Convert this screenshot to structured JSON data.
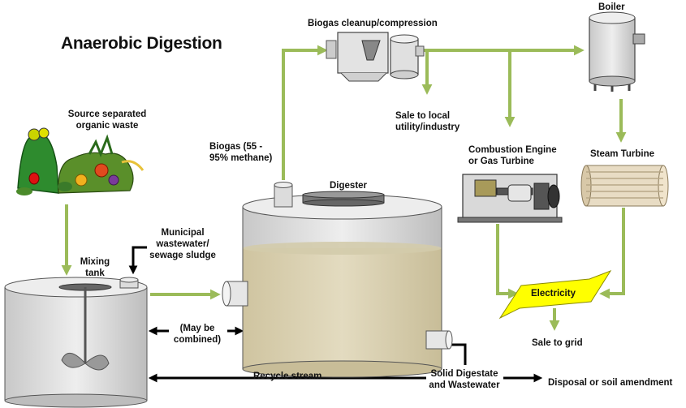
{
  "title": "Anaerobic Digestion",
  "labels": {
    "source_waste": "Source separated\norganic waste",
    "mixing_tank": "Mixing\ntank",
    "municipal": "Municipal\nwastewater/\nsewage sludge",
    "may_be_combined": "(May be\ncombined)",
    "biogas": "Biogas (55 -\n95% methane)",
    "digester": "Digester",
    "cleanup": "Biogas cleanup/compression",
    "sale_local": "Sale to local\nutility/industry",
    "boiler": "Boiler",
    "combustion": "Combustion Engine\nor Gas Turbine",
    "steam_turbine": "Steam Turbine",
    "electricity": "Electricity",
    "sale_grid": "Sale to grid",
    "recycle": "Recycle stream",
    "solid_digestate": "Solid Digestate\nand Wastewater",
    "disposal": "Disposal or soil amendment"
  },
  "colors": {
    "green_arrow": "#9bbb59",
    "black_arrow": "#000000",
    "tank_fill": "#d9d9d9",
    "sludge_fill": "#d8cfae",
    "electricity_fill": "#ffff00"
  }
}
